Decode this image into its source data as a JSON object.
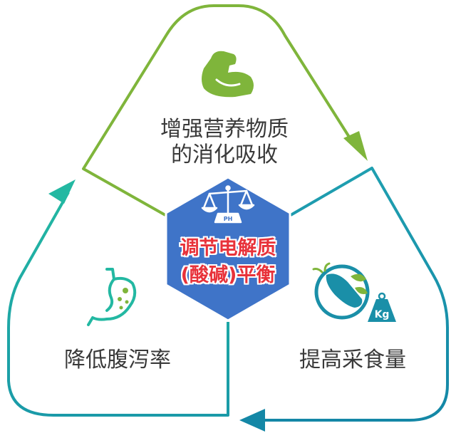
{
  "colors": {
    "green": "#7fb53b",
    "teal": "#1fb3a6",
    "blue_teal": "#1a8fa8",
    "hexagon": "#3f74c8",
    "center_text": "#e8323a",
    "label_text": "#3a3a3a"
  },
  "top": {
    "icon": "flexed-arm-icon",
    "line1": "增强营养物质",
    "line2": "的消化吸收"
  },
  "left": {
    "icon": "stomach-icon",
    "label": "降低腹泻率"
  },
  "right": {
    "icon": "feed-scale-kg-icon",
    "label": "提高采食量",
    "badge": "Kg"
  },
  "center": {
    "icon": "balance-scale-ph-icon",
    "badge": "PH",
    "line1": "调节电解质",
    "line2": "(酸碱)平衡"
  }
}
